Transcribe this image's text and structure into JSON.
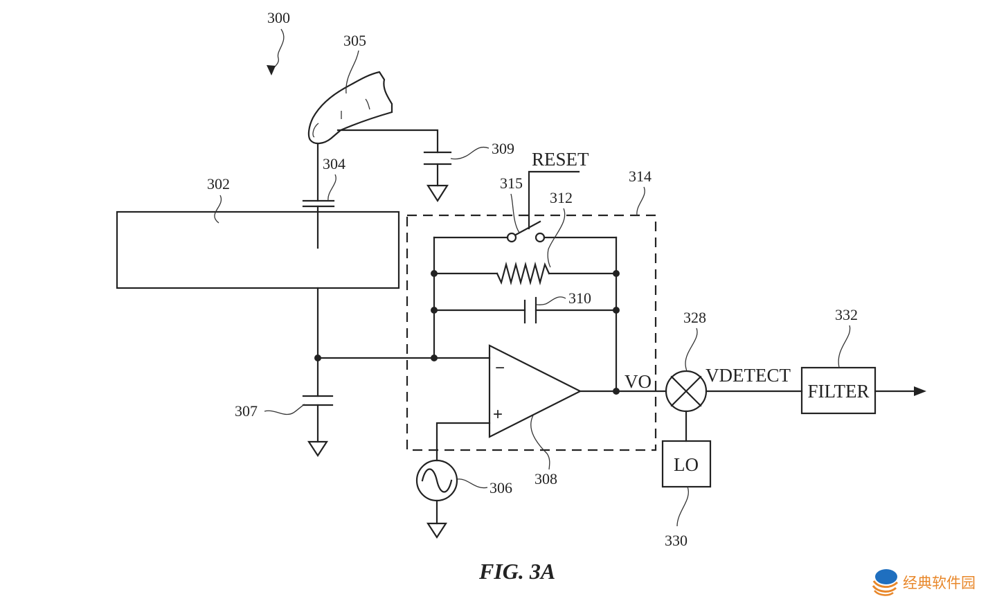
{
  "figure": {
    "caption": "FIG. 3A",
    "reference_numerals": {
      "system": "300",
      "panel": "302",
      "touch_cap": "304",
      "finger": "305",
      "source": "306",
      "parasitic_cap": "307",
      "amplifier": "308",
      "finger_cap": "309",
      "feedback_cap": "310",
      "feedback_resistor": "312",
      "sense_amp_block": "314",
      "reset_switch": "315",
      "mixer": "328",
      "local_oscillator": "330",
      "filter": "332"
    },
    "signals": {
      "reset": "RESET",
      "output": "VO",
      "detect": "VDETECT"
    },
    "blocks": {
      "filter": "FILTER",
      "local_oscillator": "LO"
    },
    "opamp_inputs": {
      "inverting": "−",
      "non_inverting": "+"
    }
  },
  "watermark": {
    "text": "经典软件园",
    "color": "#e8872a",
    "logo_color": "#1f6fbf"
  }
}
